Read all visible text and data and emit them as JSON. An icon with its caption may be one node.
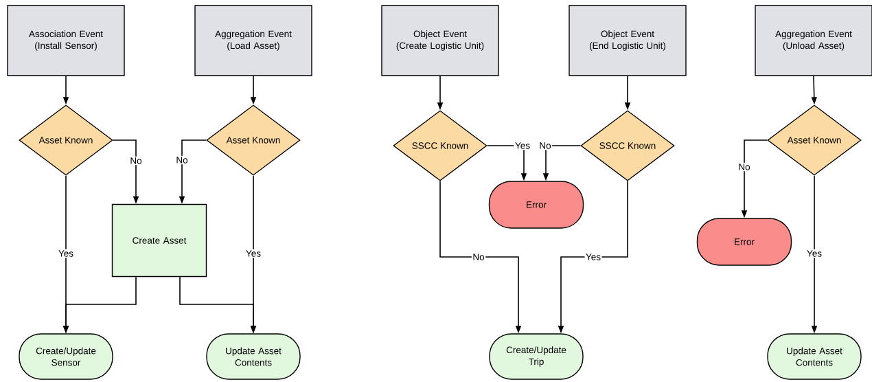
{
  "diagram": {
    "nodes": [
      {
        "text": [
          "Association Event",
          "(Install Sensor)"
        ]
      },
      {
        "text": [
          "Aggregation Event",
          "(Load Asset)"
        ]
      },
      {
        "text": [
          "Object Event",
          "(Create Logistic Unit)"
        ]
      },
      {
        "text": [
          "Object Event",
          "(End Logistic Unit)"
        ]
      },
      {
        "text": [
          "Aggregation Event",
          "(Unload Asset)"
        ]
      },
      {
        "text": [
          "Asset Known"
        ]
      },
      {
        "text": [
          "Asset Known"
        ]
      },
      {
        "text": [
          "SSCC Known"
        ]
      },
      {
        "text": [
          "SSCC Known"
        ]
      },
      {
        "text": [
          "Asset Known"
        ]
      },
      {
        "text": [
          "Create Asset"
        ]
      },
      {
        "text": [
          "Error"
        ]
      },
      {
        "text": [
          "Error"
        ]
      },
      {
        "text": [
          "Create/Update Sensor"
        ]
      },
      {
        "text": [
          "Update Asset Contents"
        ]
      },
      {
        "text": [
          "Create/Update Trip"
        ]
      },
      {
        "text": [
          "Update Asset Contents"
        ]
      }
    ],
    "edges": [
      {
        "from": 0,
        "to": 5,
        "arrow": "to"
      },
      {
        "from": 1,
        "to": 6,
        "arrow": "to"
      },
      {
        "from": 2,
        "to": 7,
        "arrow": "to"
      },
      {
        "from": 3,
        "to": 8,
        "arrow": "to"
      },
      {
        "from": 4,
        "to": 9,
        "arrow": "to"
      },
      {
        "from": 5,
        "to": 10,
        "arrow": "to",
        "label": "No"
      },
      {
        "from": 6,
        "to": 10,
        "arrow": "to",
        "label": "No"
      },
      {
        "from": 5,
        "to": 13,
        "arrow": "to",
        "label": "Yes"
      },
      {
        "from": 6,
        "to": 14,
        "arrow": "to",
        "label": "Yes"
      },
      {
        "from": 10,
        "to": 13,
        "arrow": "to"
      },
      {
        "from": 10,
        "to": 14,
        "arrow": "to"
      },
      {
        "from": 7,
        "to": 11,
        "arrow": "to",
        "label": "Yes"
      },
      {
        "from": 8,
        "to": 11,
        "arrow": "to",
        "label": "No"
      },
      {
        "from": 7,
        "to": 15,
        "arrow": "to",
        "label": "No"
      },
      {
        "from": 8,
        "to": 15,
        "arrow": "to",
        "label": "Yes"
      },
      {
        "from": 9,
        "to": 12,
        "arrow": "to",
        "label": "No"
      },
      {
        "from": 9,
        "to": 16,
        "arrow": "to",
        "label": "Yes"
      }
    ]
  }
}
